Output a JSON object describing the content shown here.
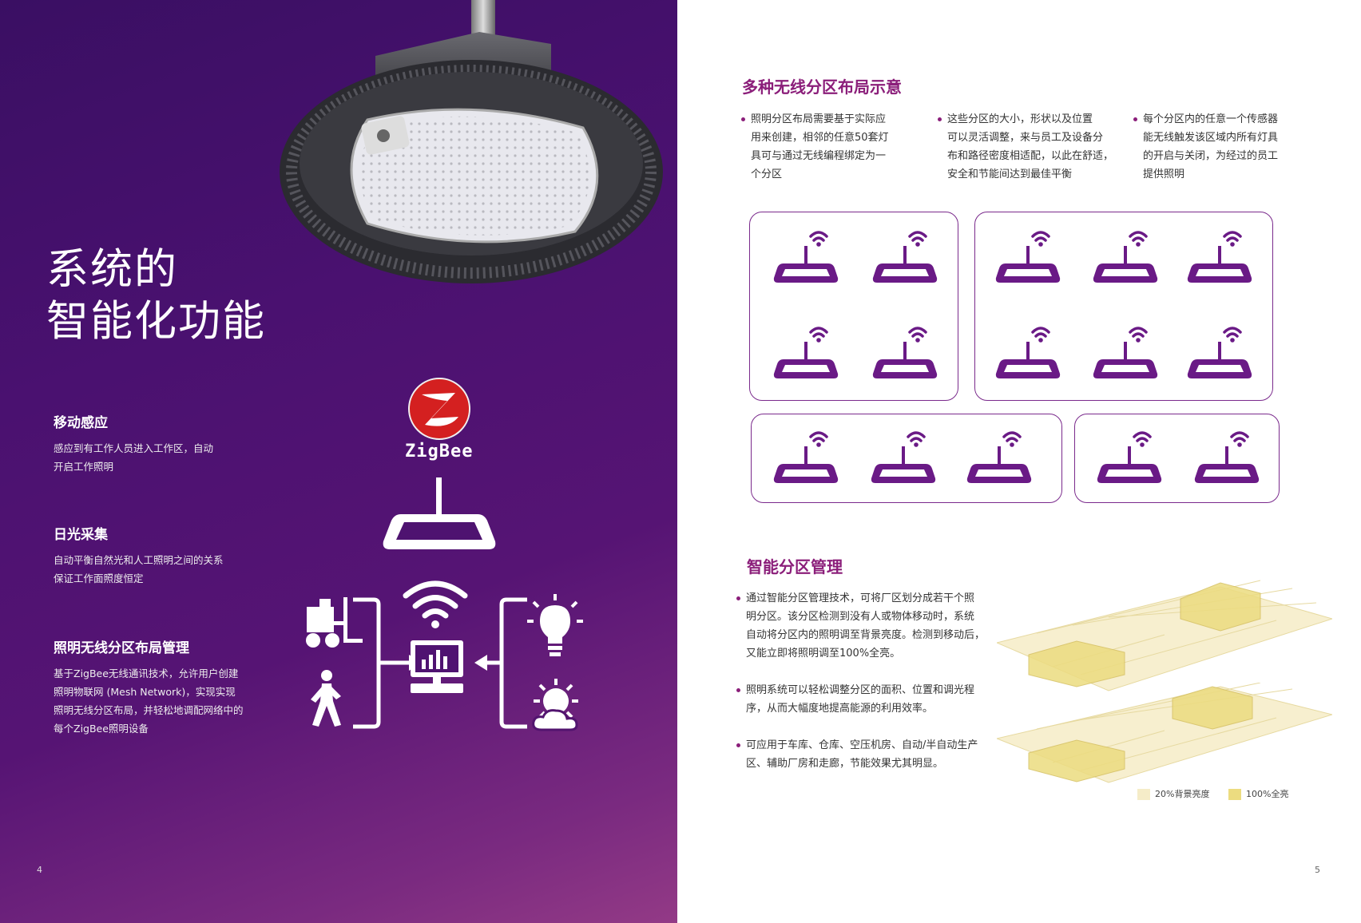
{
  "left": {
    "title_line1": "系统的",
    "title_line2": "智能化功能",
    "features": [
      {
        "title": "移动感应",
        "desc": "感应到有工作人员进入工作区，自动\n开启工作照明"
      },
      {
        "title": "日光采集",
        "desc": "自动平衡自然光和人工照明之间的关系\n保证工作面照度恒定"
      },
      {
        "title": "照明无线分区布局管理",
        "desc": "基于ZigBee无线通讯技术，允许用户创建\n照明物联网 (Mesh Network)，实现实现\n照明无线分区布局，并轻松地调配网络中的\n每个ZigBee照明设备"
      }
    ],
    "zigbee_label": "ZigBee",
    "page_number": "4",
    "icons": [
      "high-bay-lamp-photo",
      "zigbee-logo-icon",
      "lamp-icon",
      "forklift-icon",
      "walking-person-icon",
      "wifi-icon",
      "monitor-chart-icon",
      "lightbulb-icon",
      "sun-cloud-icon"
    ]
  },
  "right": {
    "section1_title": "多种无线分区布局示意",
    "bullets1": [
      "照明分区布局需要基于实际应\n用来创建，相邻的任意50套灯\n具可与通过无线编程绑定为一\n个分区",
      "这些分区的大小，形状以及位置\n可以灵活调整，来与员工及设备分\n布和路径密度相适配，以此在舒适，\n安全和节能间达到最佳平衡",
      "每个分区内的任意一个传感器\n能无线触发该区域内所有灯具\n的开启与关闭，为经过的员工\n提供照明"
    ],
    "zones": [
      {
        "lamps": 4
      },
      {
        "lamps": 6
      },
      {
        "lamps": 3
      },
      {
        "lamps": 2
      }
    ],
    "section2_title": "智能分区管理",
    "bullets2": [
      "通过智能分区管理技术，可将厂区划分成若干个照\n明分区。该分区检测到没有人或物体移动时，系统\n自动将分区内的照明调至背景亮度。检测到移动后，\n又能立即将照明调至100%全亮。",
      "照明系统可以轻松调整分区的面积、位置和调光程\n序，从而大幅度地提高能源的利用效率。",
      "可应用于车库、仓库、空压机房、自动/半自动生产\n区、辅助厂房和走廊，节能效果尤其明显。"
    ],
    "legend": [
      {
        "label": "20%背景亮度",
        "color": "#f5ecc8"
      },
      {
        "label": "100%全亮",
        "color": "#ecdc80"
      }
    ],
    "page_number": "5"
  },
  "colors": {
    "accent": "#8b1e7a",
    "zone_border": "#7a2a8c",
    "lamp": "#6a1a86"
  }
}
